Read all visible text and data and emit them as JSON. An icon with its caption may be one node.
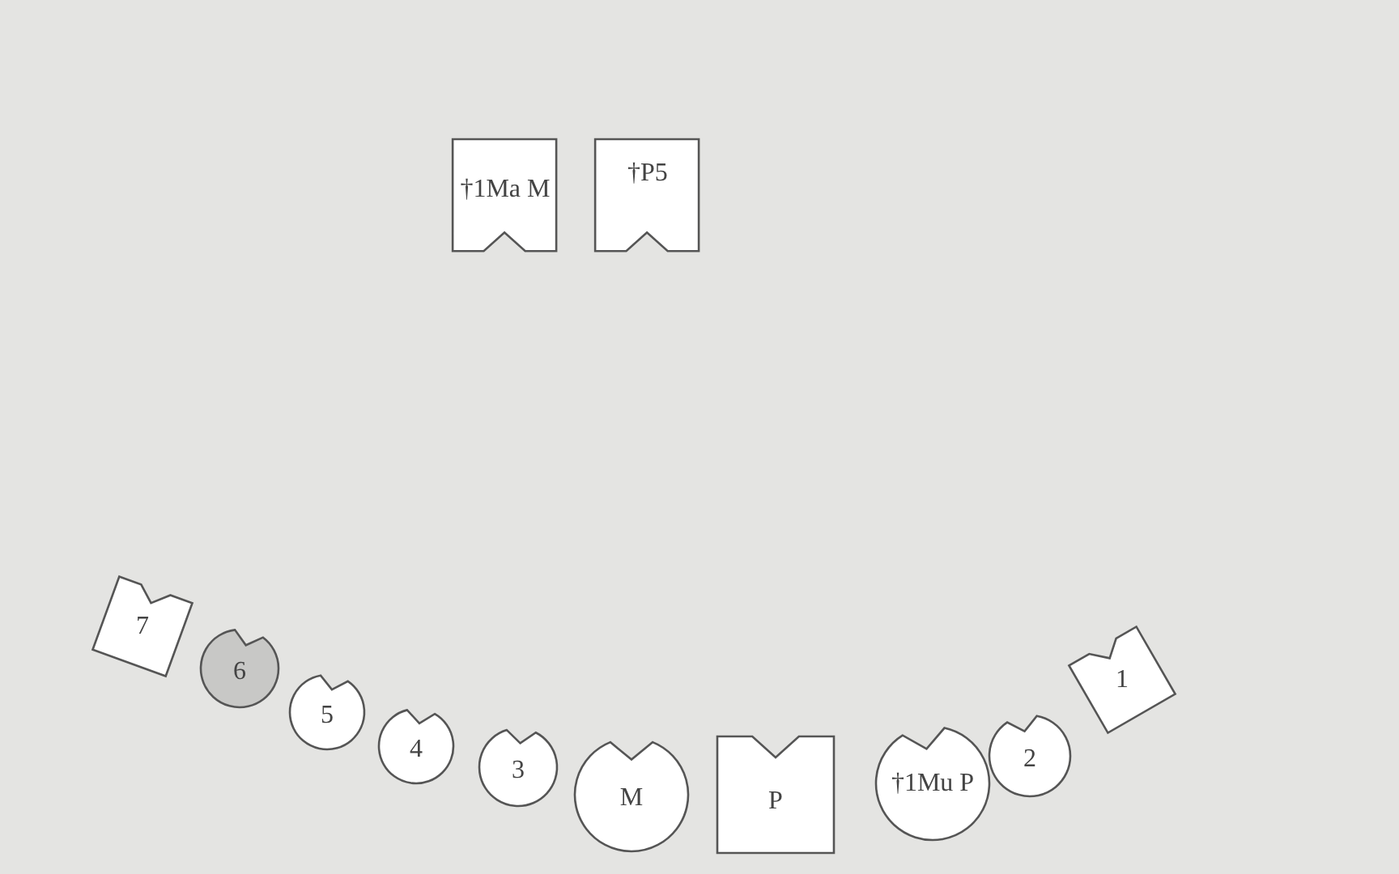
{
  "diagram": {
    "nodes": [
      {
        "text": [
          "†1Ma M"
        ]
      },
      {
        "text": [
          "†P5"
        ]
      },
      {
        "text": [
          "7"
        ]
      },
      {
        "text": [
          "6"
        ]
      },
      {
        "text": [
          "5"
        ]
      },
      {
        "text": [
          "4"
        ]
      },
      {
        "text": [
          "3"
        ]
      },
      {
        "text": [
          "M"
        ]
      },
      {
        "text": [
          "P"
        ]
      },
      {
        "text": [
          "†1Mu P"
        ]
      },
      {
        "text": [
          "2"
        ]
      },
      {
        "text": [
          "1"
        ]
      }
    ]
  }
}
